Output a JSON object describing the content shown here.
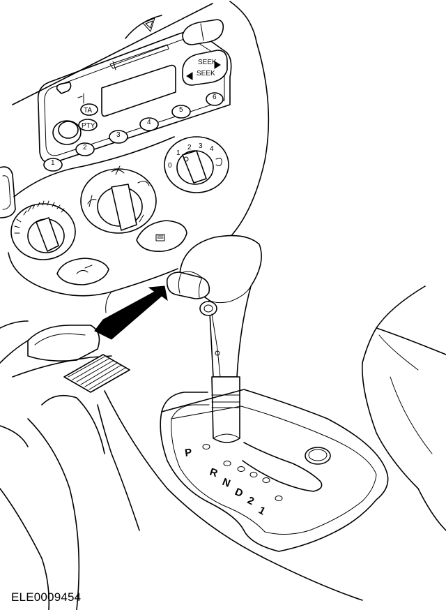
{
  "drawing_id": "ELE0009454",
  "radio_labels": {
    "ta": "TA",
    "pty": "PTY",
    "seek_top": "SEEK",
    "seek_bottom": "SEEK"
  },
  "preset_labels": [
    "1",
    "2",
    "3",
    "4",
    "5",
    "6"
  ],
  "fan_speed_labels": [
    "0",
    "1",
    "2",
    "3",
    "4"
  ],
  "gear_positions": [
    "P",
    "R",
    "N",
    "D",
    "2",
    "1"
  ]
}
